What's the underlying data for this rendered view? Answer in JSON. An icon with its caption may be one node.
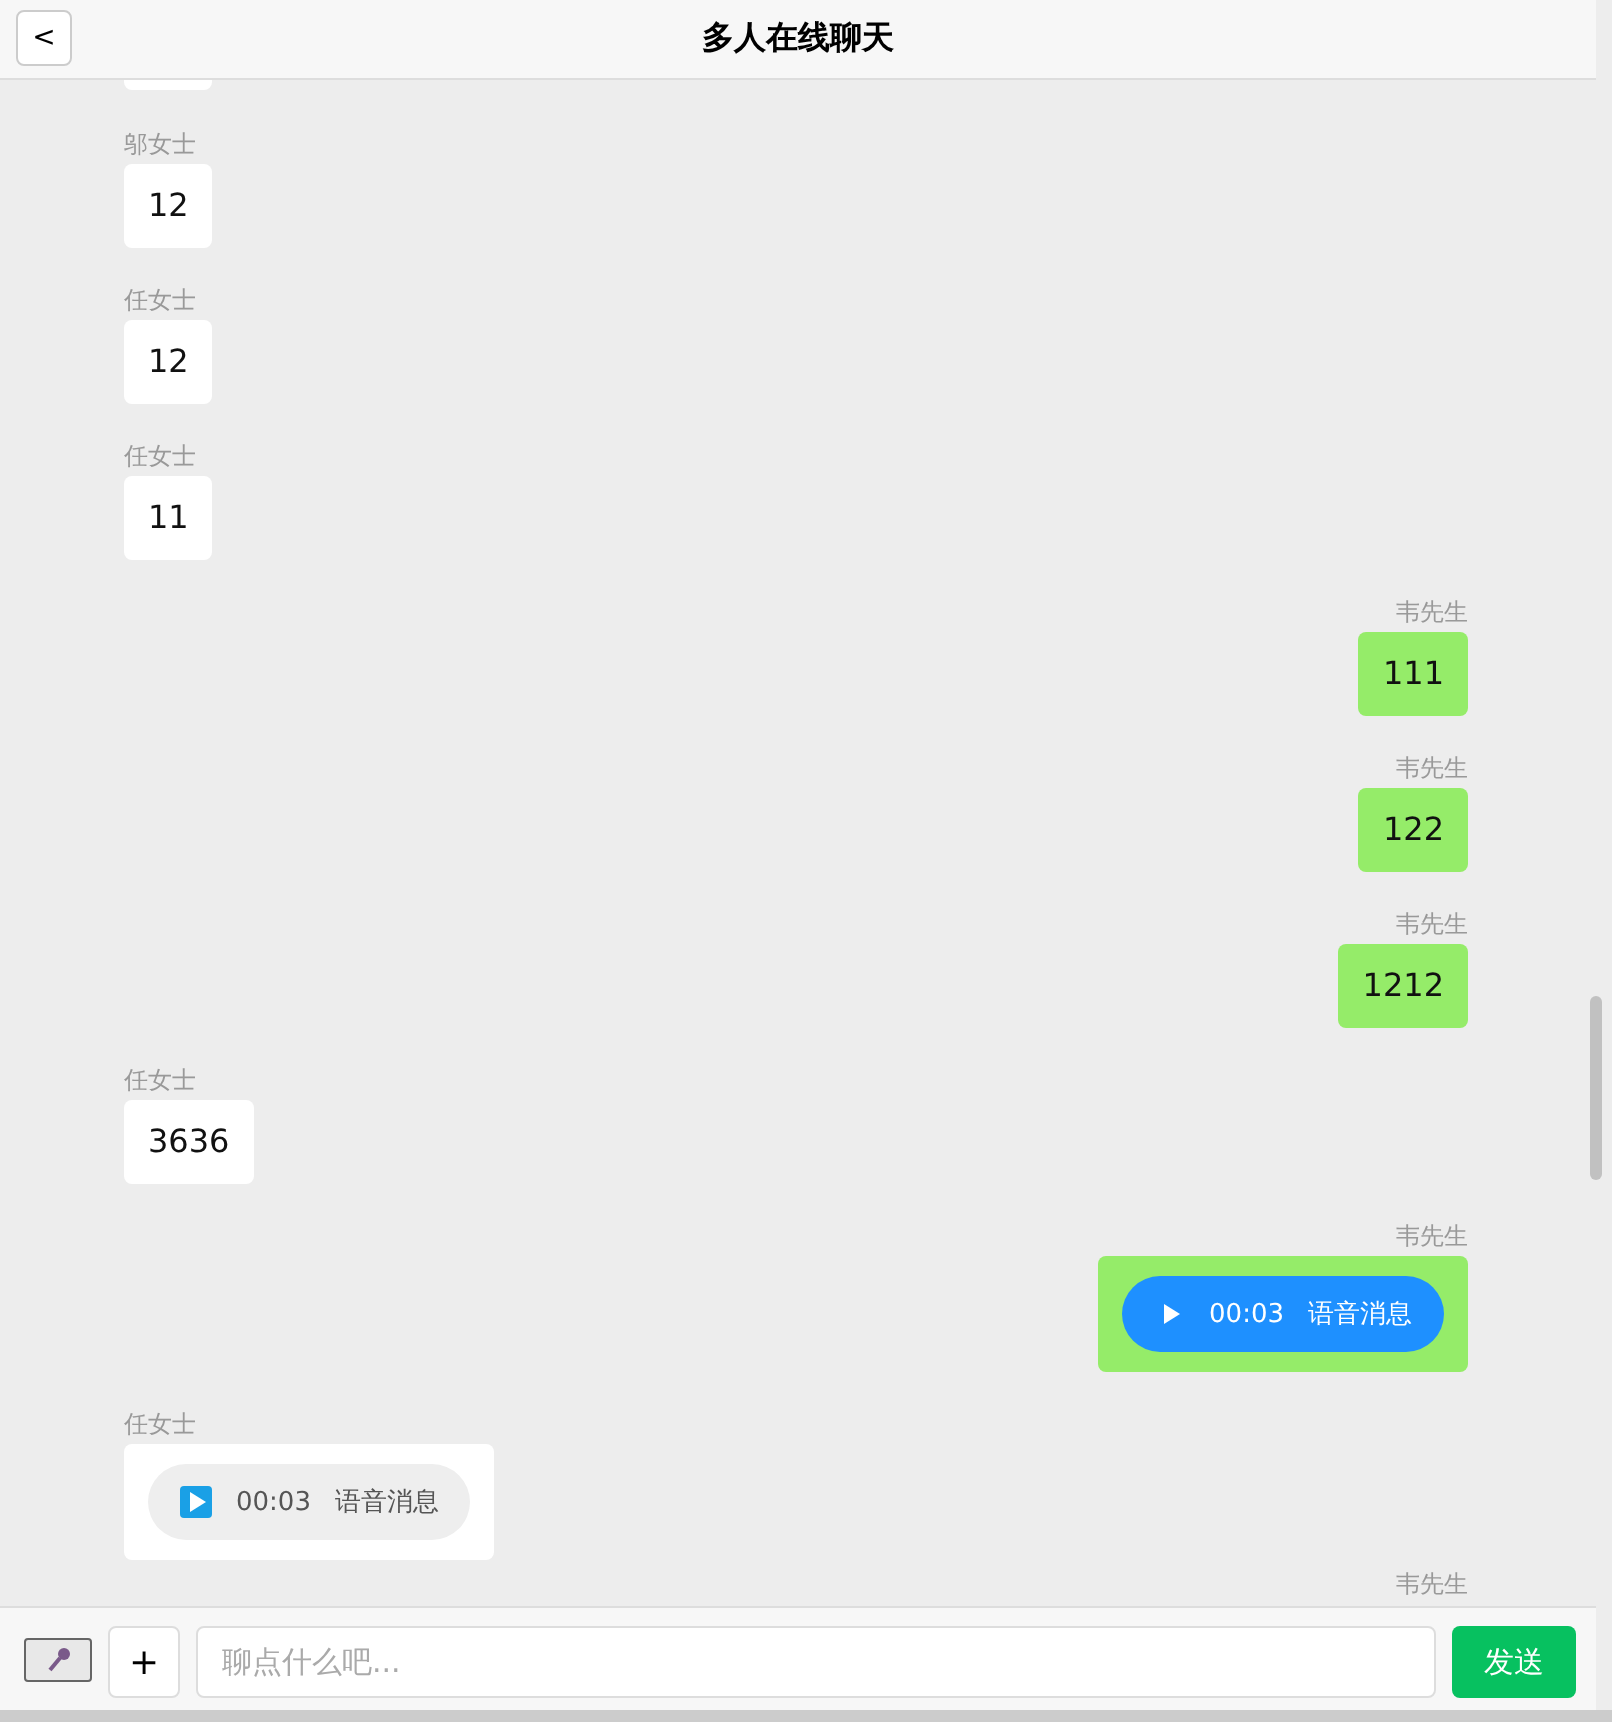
{
  "diagram": {
    "title": "多人在线聊天",
    "labels": [
      "<",
      "邬女士",
      "12",
      "任女士",
      "12",
      "任女士",
      "11",
      "韦先生",
      "111",
      "韦先生",
      "122",
      "韦先生",
      "1212",
      "任女士",
      "3636",
      "韦先生",
      "00:03",
      "语音消息",
      "任女士",
      "00:03",
      "语音消息",
      "韦先生",
      "+",
      "聊点什么吧...",
      "发送"
    ]
  }
}
